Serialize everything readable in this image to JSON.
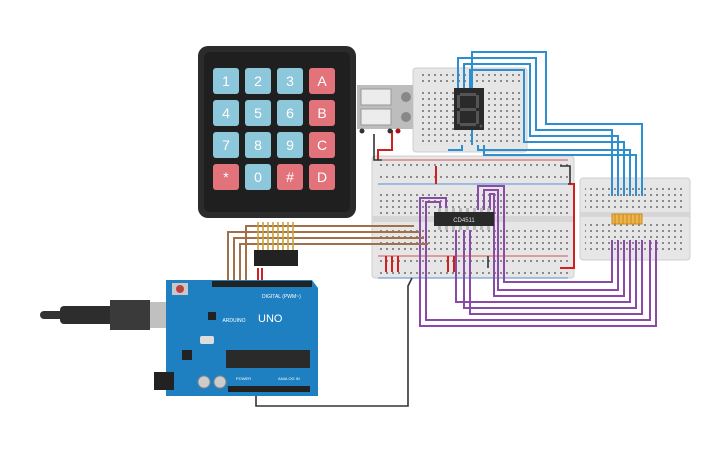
{
  "keypad": {
    "keys": [
      "1",
      "2",
      "3",
      "A",
      "4",
      "5",
      "6",
      "B",
      "7",
      "8",
      "9",
      "C",
      "*",
      "0",
      "#",
      "D"
    ]
  },
  "arduino": {
    "model": "UNO",
    "brand": "ARDUINO",
    "digital_label": "DIGITAL (PWM~)",
    "power_label": "POWER",
    "analog_label": "ANALOG IN"
  },
  "ic": {
    "label": "CD4511"
  },
  "colors": {
    "keypad_body": "#2b2b2b",
    "key_number": "#8cc7dc",
    "key_letter": "#e3737a",
    "board_blue": "#1e7fc1",
    "breadboard": "#e6e6e6",
    "wire_purple": "#8a4aa8",
    "wire_blue": "#2d8fd0",
    "wire_brown": "#a0704a",
    "wire_red": "#d02020",
    "wire_black": "#333333"
  }
}
